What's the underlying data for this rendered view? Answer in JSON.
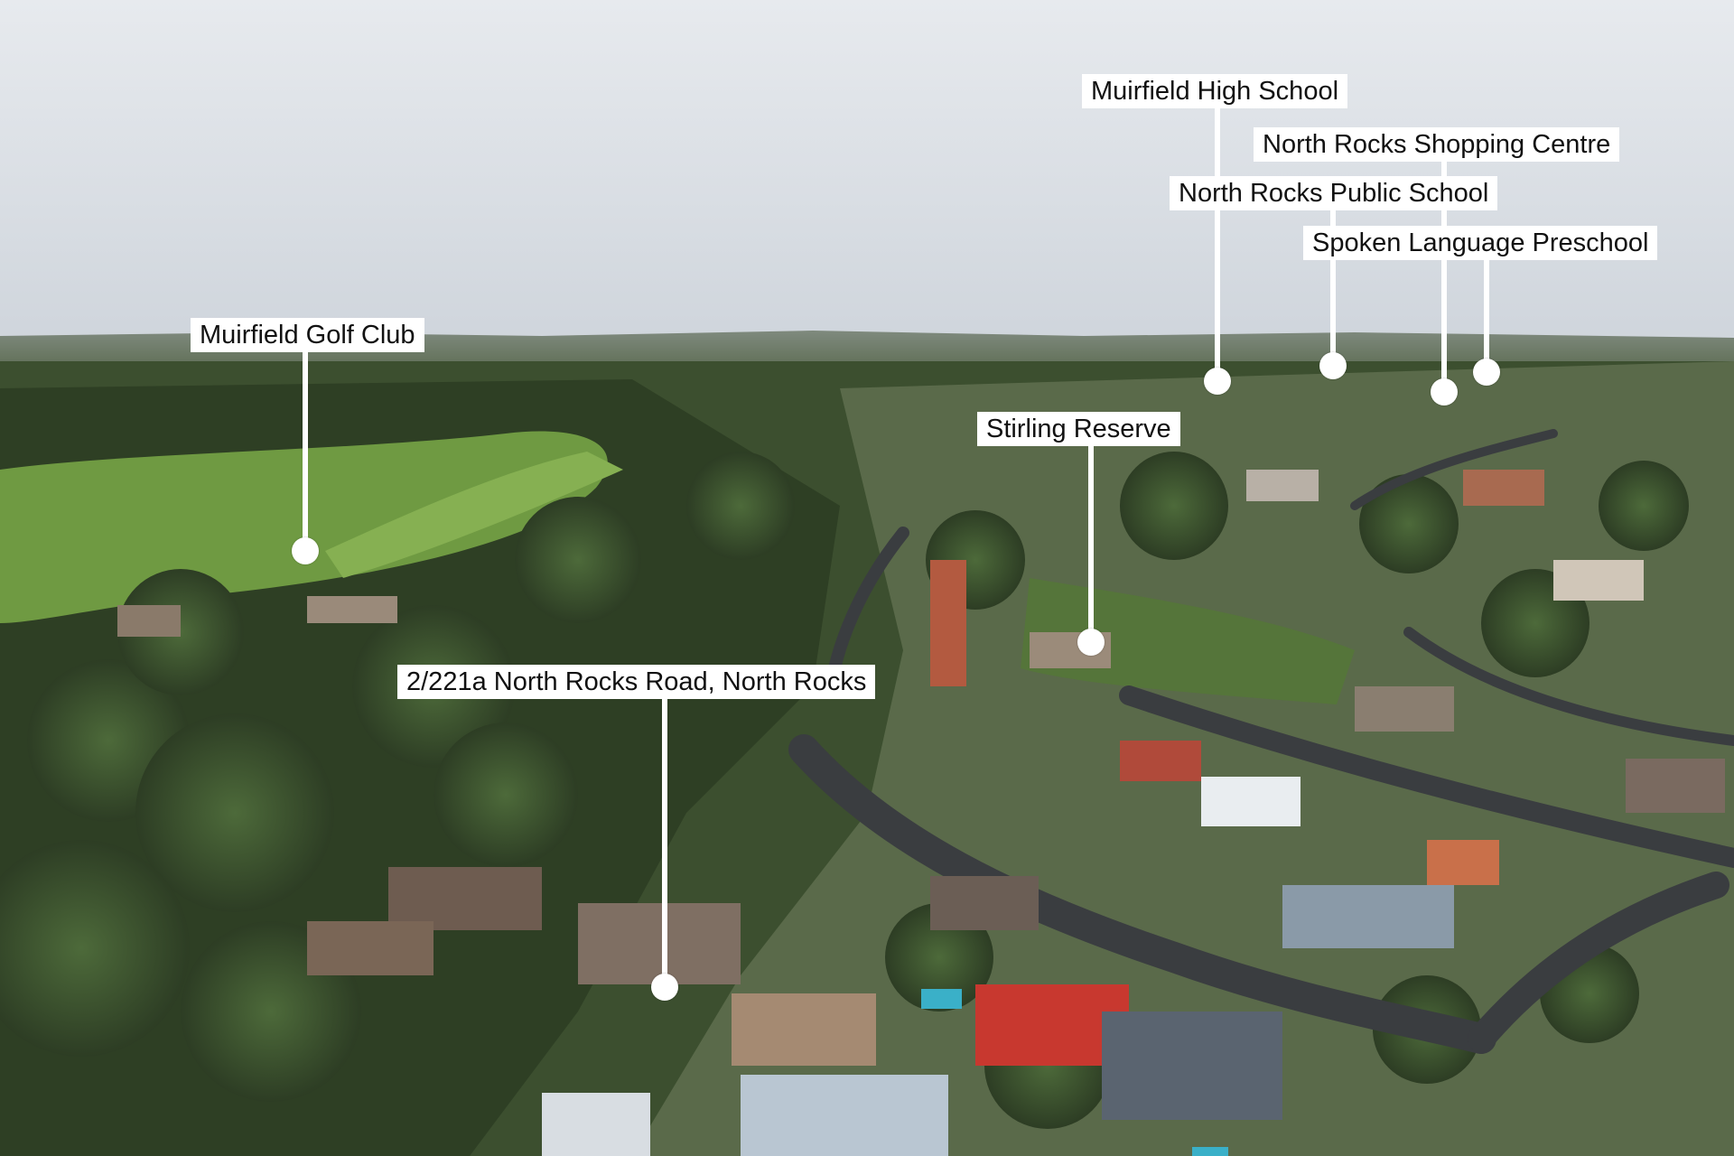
{
  "image": {
    "subject": "aerial suburban landscape with tree canopy, golf course fairways, and residential streets"
  },
  "colors": {
    "sky_top": "#e4e7ec",
    "sky_bottom": "#d3d8df",
    "forest_dark": "#2f3f25",
    "forest_mid": "#3e5530",
    "golf_green": "#6f9a42",
    "road": "#3a3d40",
    "label_bg": "#ffffff",
    "label_text": "#111111"
  },
  "markers": [
    {
      "id": "muirfield-high-school",
      "label": "Muirfield High School"
    },
    {
      "id": "north-rocks-shopping-centre",
      "label": "North Rocks Shopping Centre"
    },
    {
      "id": "north-rocks-public-school",
      "label": "North Rocks Public School"
    },
    {
      "id": "spoken-language-preschool",
      "label": "Spoken Language Preschool"
    },
    {
      "id": "muirfield-golf-club",
      "label": "Muirfield Golf Club"
    },
    {
      "id": "stirling-reserve",
      "label": "Stirling Reserve"
    },
    {
      "id": "property",
      "label": "2/221a North Rocks Road, North Rocks"
    }
  ]
}
